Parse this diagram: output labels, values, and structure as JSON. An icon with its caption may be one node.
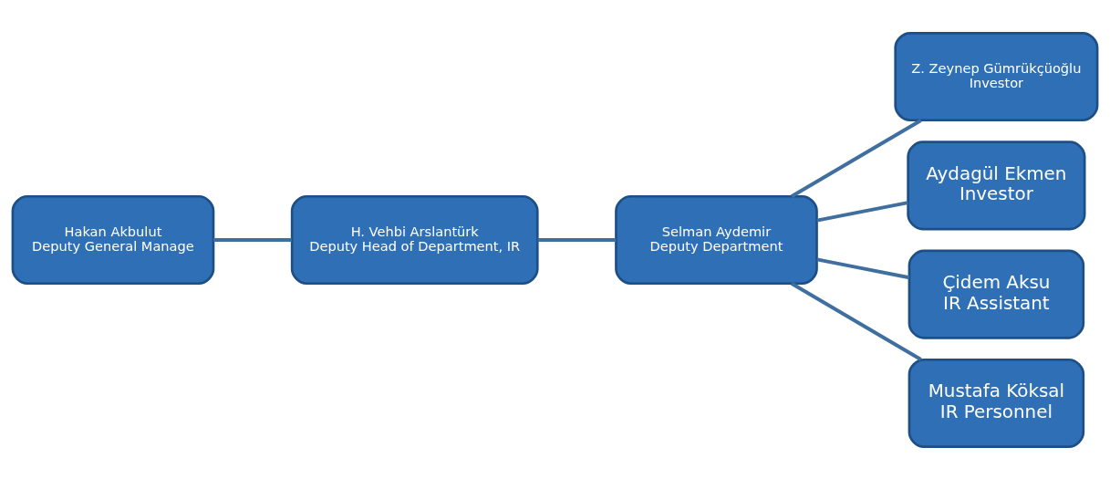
{
  "diagram": {
    "nodes": [
      {
        "text": [
          "Hakan Akbulut",
          "Deputy General Manage"
        ]
      },
      {
        "text": [
          "H. Vehbi Arslantürk",
          "Deputy Head of Department, IR"
        ]
      },
      {
        "text": [
          "Selman Aydemir",
          "Deputy Department"
        ]
      },
      {
        "text": [
          "Z. Zeynep Gümrükçüoğlu",
          "Investor"
        ]
      },
      {
        "text": [
          "Aydagül Ekmen",
          "Investor"
        ]
      },
      {
        "text": [
          "Çidem Aksu",
          "IR Assistant"
        ]
      },
      {
        "text": [
          "Mustafa Köksal",
          "IR Personnel"
        ]
      }
    ],
    "edges": [
      {
        "from": 0,
        "to": 1,
        "arrow": "none"
      },
      {
        "from": 1,
        "to": 2,
        "arrow": "none"
      },
      {
        "from": 2,
        "to": 3,
        "arrow": "none"
      },
      {
        "from": 2,
        "to": 4,
        "arrow": "none"
      },
      {
        "from": 2,
        "to": 5,
        "arrow": "none"
      },
      {
        "from": 2,
        "to": 6,
        "arrow": "none"
      }
    ]
  }
}
